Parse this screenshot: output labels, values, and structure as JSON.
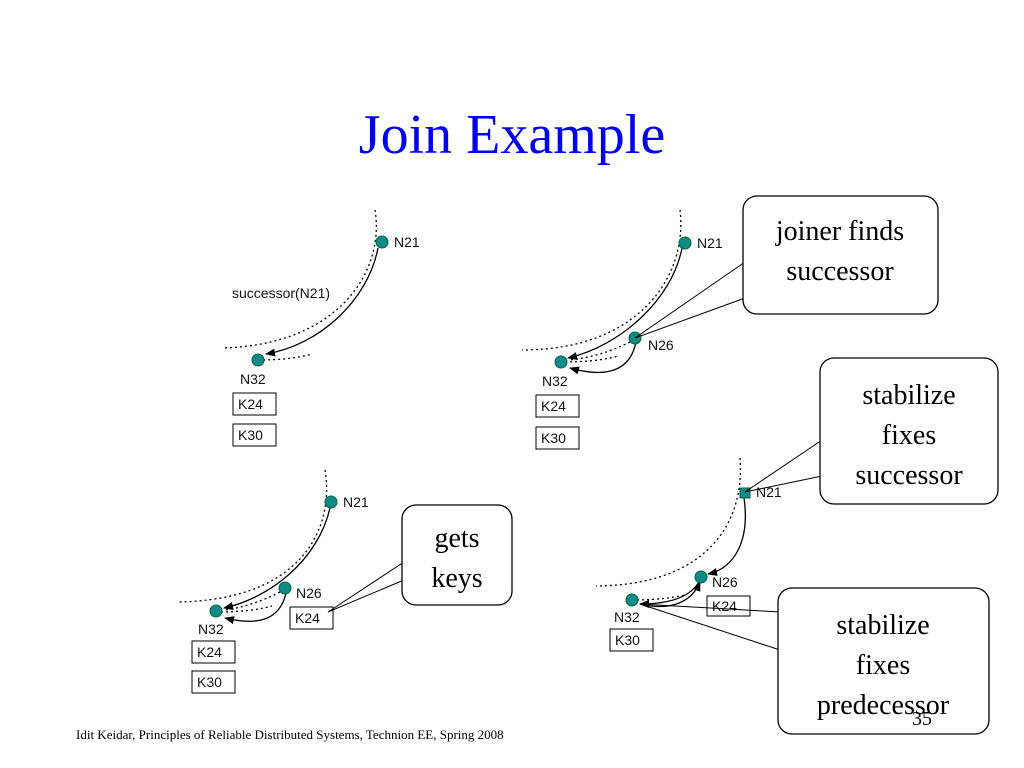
{
  "title": "Join Example",
  "nodes": {
    "n21": "N21",
    "n26": "N26",
    "n32": "N32"
  },
  "keys": {
    "k24": "K24",
    "k30": "K30"
  },
  "message": "successor(N21)",
  "callouts": {
    "joiner": [
      "joiner finds",
      "successor"
    ],
    "stab_succ": [
      "stabilize",
      "fixes",
      "successor"
    ],
    "gets_keys": [
      "gets",
      "keys"
    ],
    "stab_pred": [
      "stabilize",
      "fixes",
      "predecessor"
    ]
  },
  "footer": "Idit Keidar, Principles of Reliable Distributed Systems, Technion EE, Spring 2008",
  "page_number": "35",
  "colors": {
    "title": "#0000ee",
    "node": "#128a86"
  }
}
